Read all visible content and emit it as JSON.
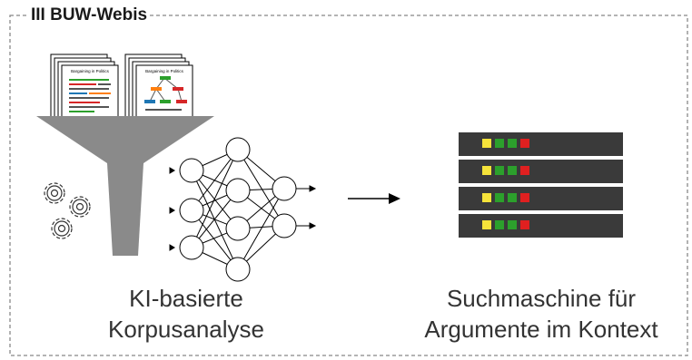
{
  "header": {
    "title": "III BUW-Webis"
  },
  "documents": {
    "doc_title": "Bargaining in Politics"
  },
  "captions": {
    "left": {
      "line1": "KI-basierte",
      "line2": "Korpusanalyse"
    },
    "right": {
      "line1": "Suchmaschine für",
      "line2": "Argumente im Kontext"
    }
  },
  "server": {
    "unit_count": 4,
    "unit_color": "#3a3a3a",
    "led_colors": [
      "#f5e33a",
      "#2ca02c",
      "#2ca02c",
      "#e02020"
    ]
  },
  "colors": {
    "funnel": "#8a8a8a",
    "border": "#888888",
    "network_stroke": "#000000"
  }
}
